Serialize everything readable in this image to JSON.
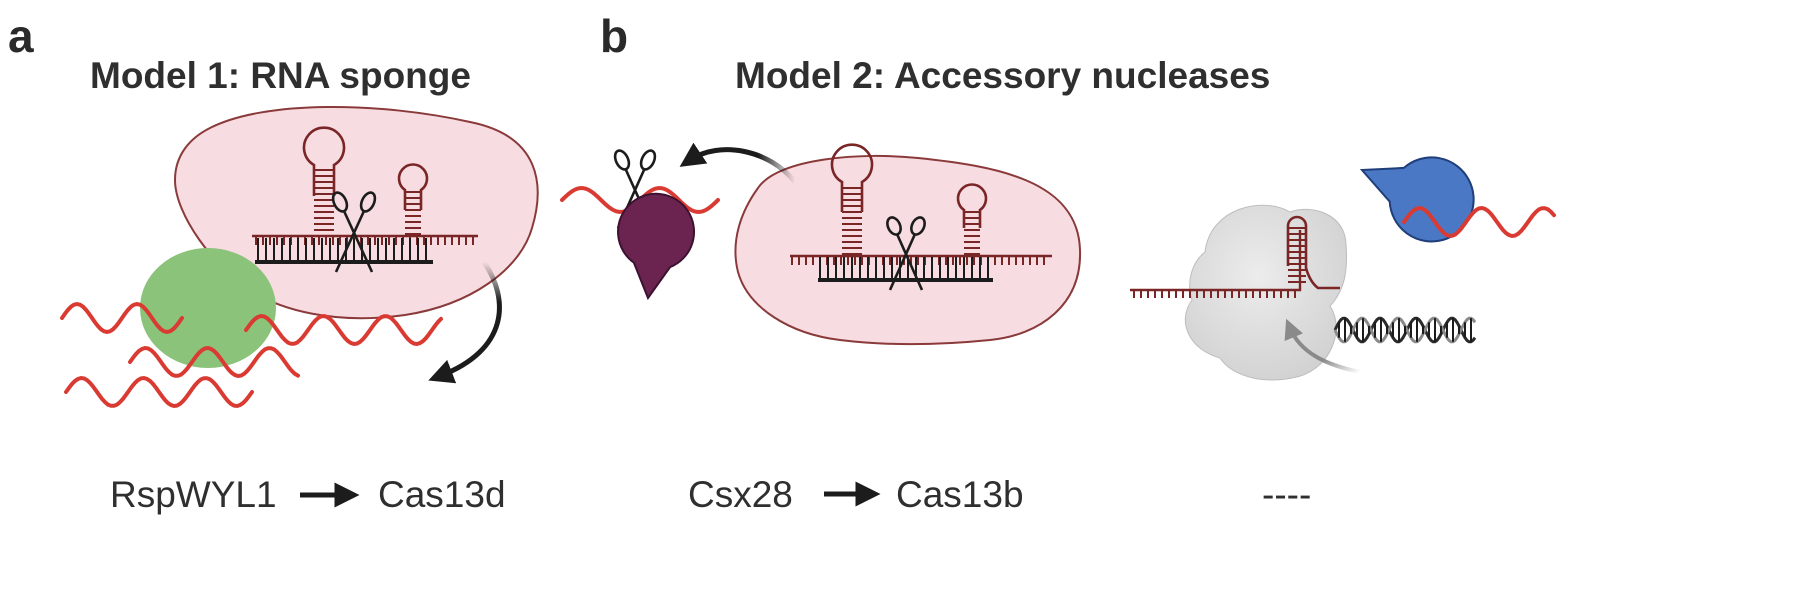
{
  "panel_a": {
    "letter": "a",
    "title": "Model 1: RNA sponge",
    "caption_left": "RspWYL1",
    "caption_right": "Cas13d"
  },
  "panel_b": {
    "letter": "b",
    "title": "Model 2: Accessory  nucleases",
    "caption_left": "Csx28",
    "caption_right": "Cas13b",
    "caption_empty": "----"
  },
  "colors": {
    "rna": "#d93a32",
    "cas_complex_fill": "#f7dce1",
    "cas_complex_stroke": "#8a3a3a",
    "rspwyl1": "#8cc37a",
    "csx28": "#6b2450",
    "pacman_blue": "#4a78c4",
    "grey_protein": "#dadada",
    "arrow": "#1c1c1c"
  },
  "icons": [
    "scissors-icon",
    "pacman-nuclease-icon",
    "rna-hairpin-icon",
    "dna-double-helix-icon",
    "curved-arrow-icon"
  ]
}
